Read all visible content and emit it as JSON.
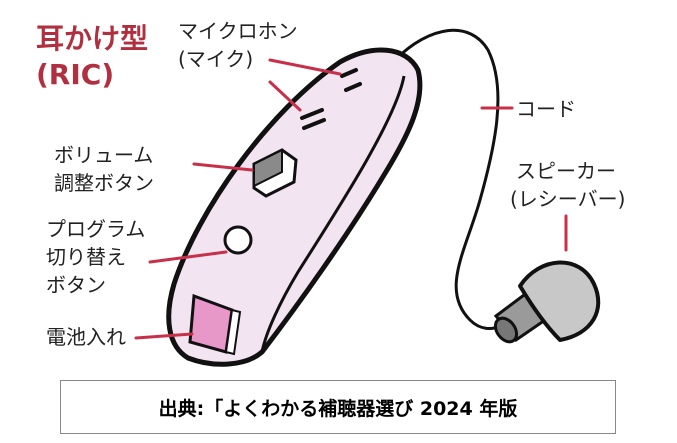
{
  "title": {
    "line1": "耳かけ型",
    "line2": "(RIC)"
  },
  "labels": {
    "microphone_line1": "マイクロホン",
    "microphone_line2": "(マイク)",
    "cord": "コード",
    "volume_line1": "ボリューム",
    "volume_line2": "調整ボタン",
    "program_line1": "プログラム",
    "program_line2": "切り替え",
    "program_line3": "ボタン",
    "speaker_line1": "スピーカー",
    "speaker_line2": "(レシーバー)",
    "battery": "電池入れ"
  },
  "caption": "出典:「よくわかる補聴器選び 2024 年版",
  "colors": {
    "title": "#b03040",
    "leader_line": "#c8304a",
    "body_fill": "#f3e4f1",
    "battery_fill": "#e898c8",
    "ear_tip_fill": "#c8c8c8"
  }
}
